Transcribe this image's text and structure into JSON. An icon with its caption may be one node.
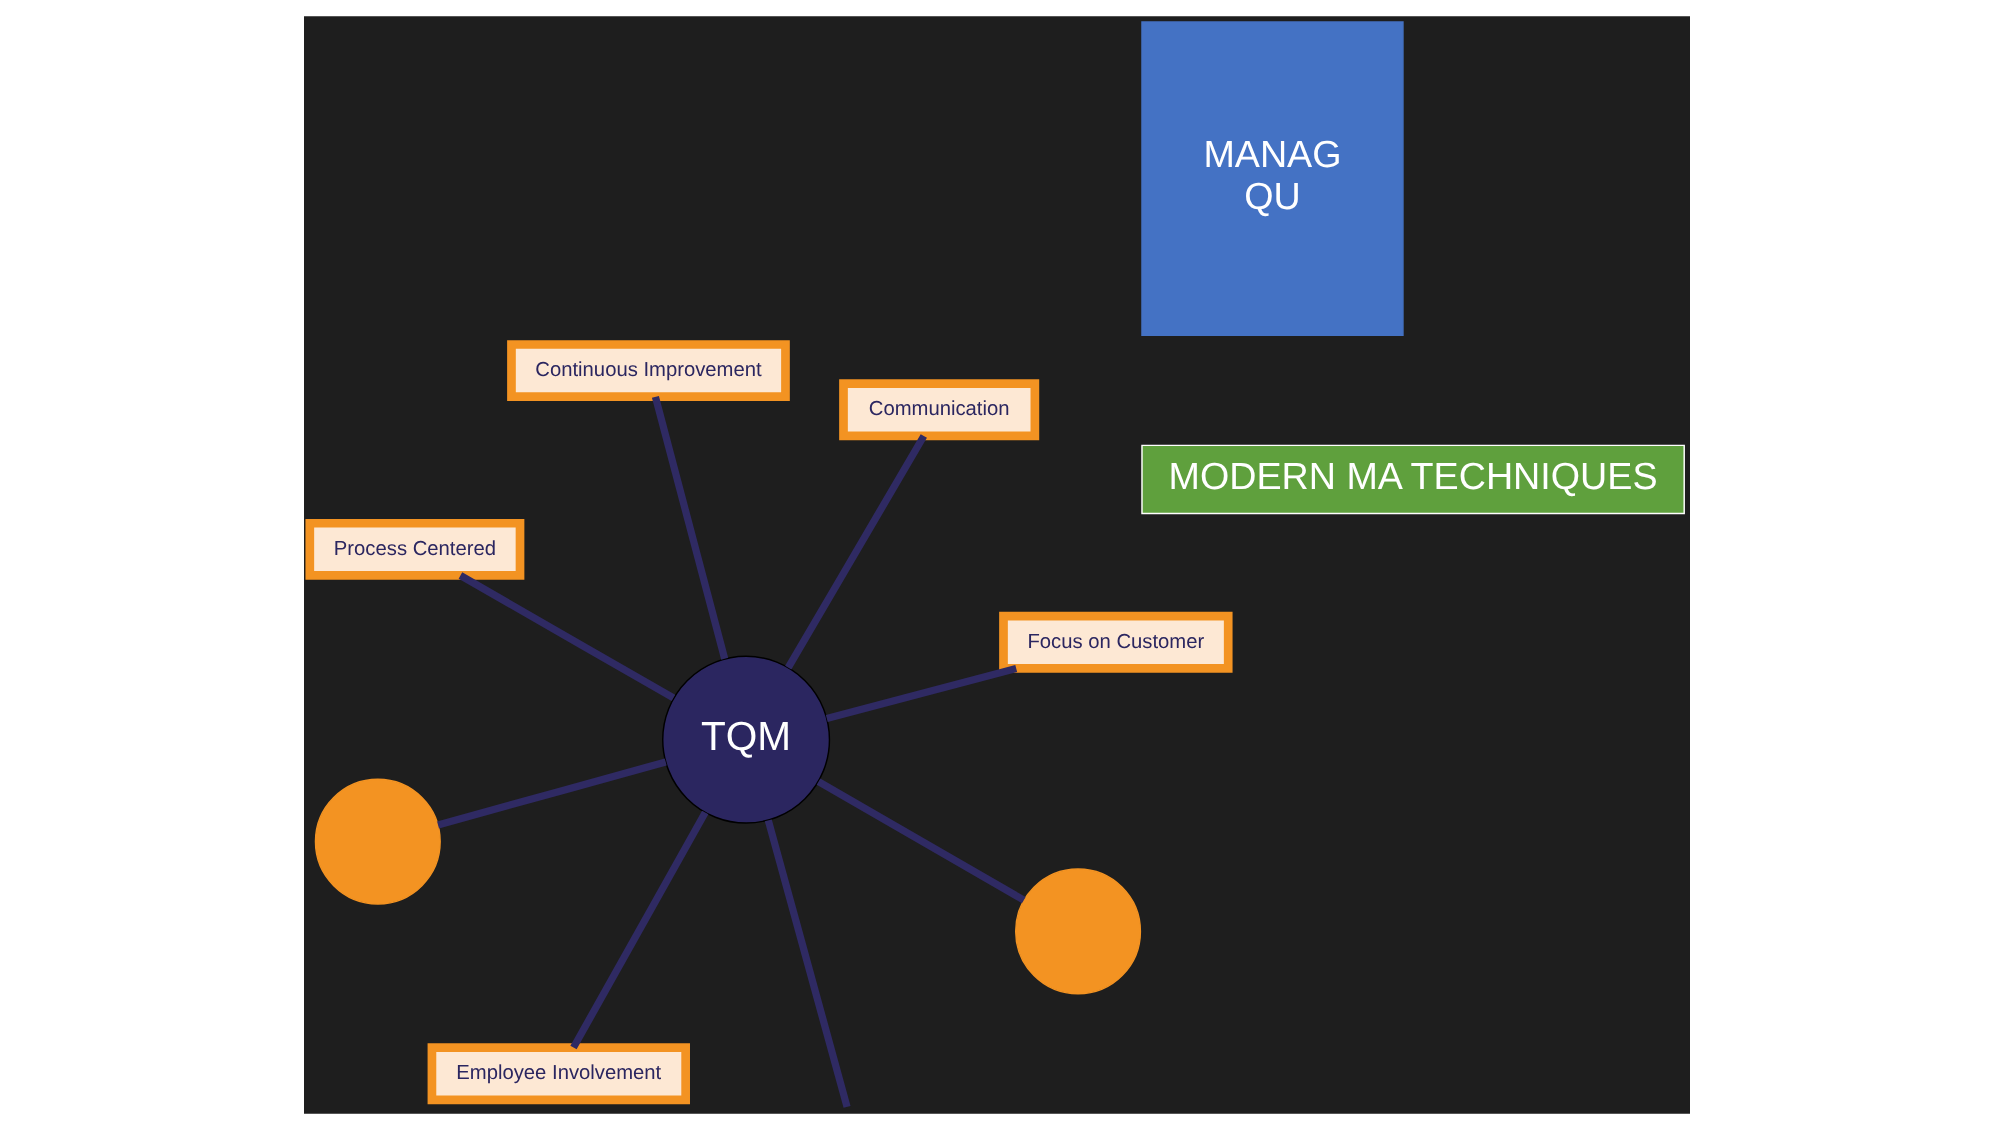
{
  "diagram": {
    "nodes": [
      {
        "text": [
          "TQM"
        ]
      },
      {
        "text": [
          "Focus on Customer"
        ]
      },
      {
        "text": [
          "Employee Involvement"
        ]
      },
      {
        "text": [
          "Process Centered"
        ]
      },
      {
        "text": [
          "Communication"
        ]
      },
      {
        "text": [
          "Continuous Improvement"
        ]
      },
      {
        "text": [],
        "shape": "circle"
      },
      {
        "text": [],
        "shape": "circle"
      },
      {
        "text": [
          "MODERN MA TECHNIQUES"
        ]
      },
      {
        "text": [
          "MANAG",
          "QU"
        ]
      }
    ],
    "edges": [
      {
        "from": 0,
        "to": 1,
        "arrow": "none"
      },
      {
        "from": 0,
        "to": 2,
        "arrow": "none"
      },
      {
        "from": 0,
        "to": 3,
        "arrow": "none"
      },
      {
        "from": 0,
        "to": 4,
        "arrow": "none"
      },
      {
        "from": 0,
        "to": 5,
        "arrow": "none"
      },
      {
        "from": 0,
        "to": 6,
        "arrow": "none"
      },
      {
        "from": 0,
        "to": 7,
        "arrow": "none"
      },
      {
        "from": 0,
        "to": null,
        "arrow": "none"
      }
    ]
  }
}
